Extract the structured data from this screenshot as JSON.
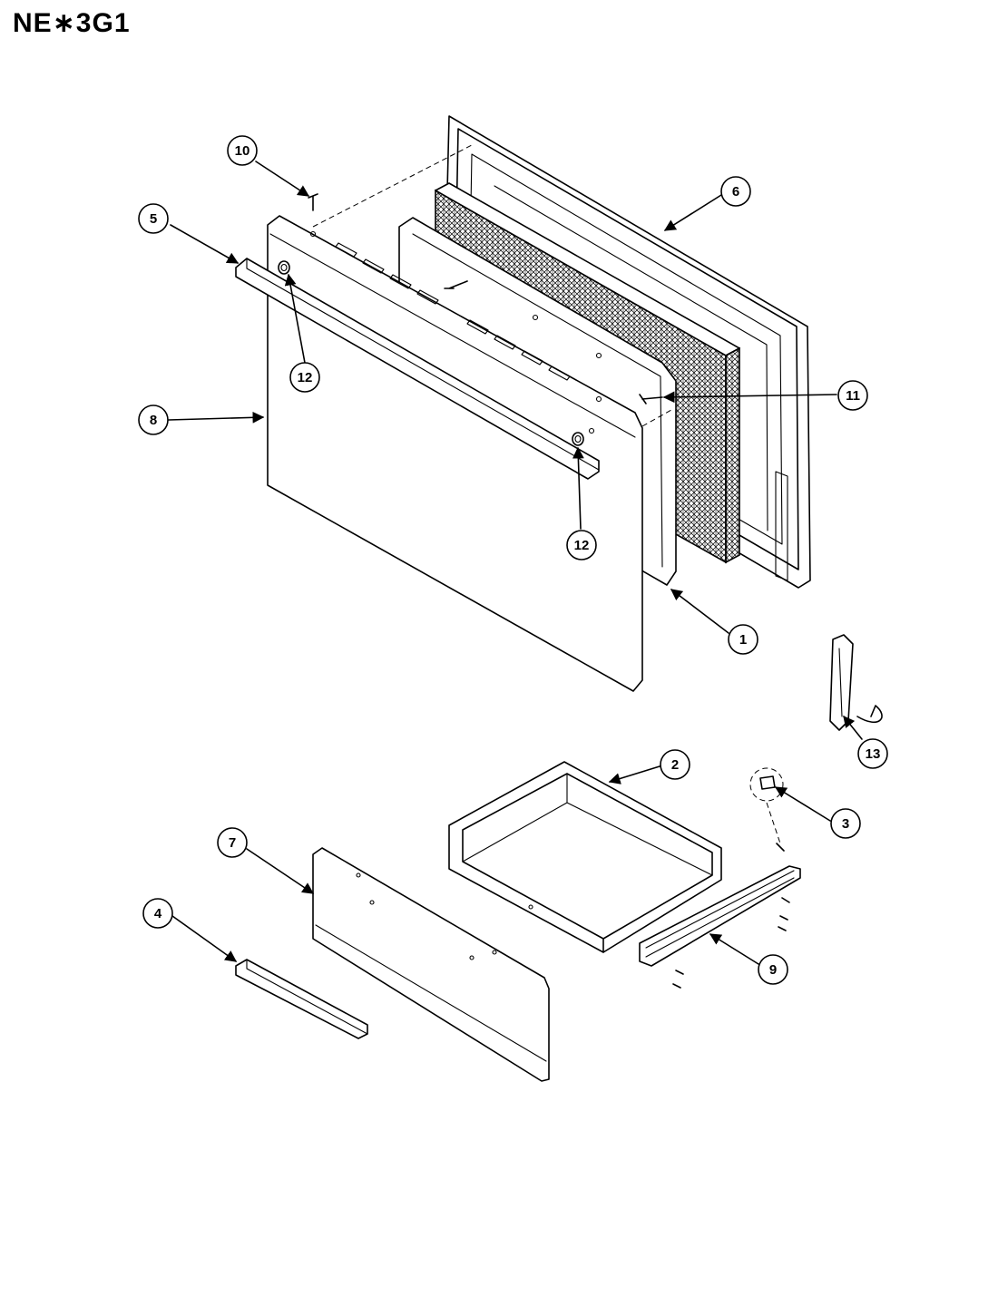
{
  "header": {
    "model_title": "NE∗3G1"
  },
  "callouts": {
    "c1": "1",
    "c2": "2",
    "c3": "3",
    "c4": "4",
    "c5": "5",
    "c6": "6",
    "c7": "7",
    "c8": "8",
    "c9": "9",
    "c10": "10",
    "c11": "11",
    "c12a": "12",
    "c12b": "12",
    "c13": "13"
  }
}
